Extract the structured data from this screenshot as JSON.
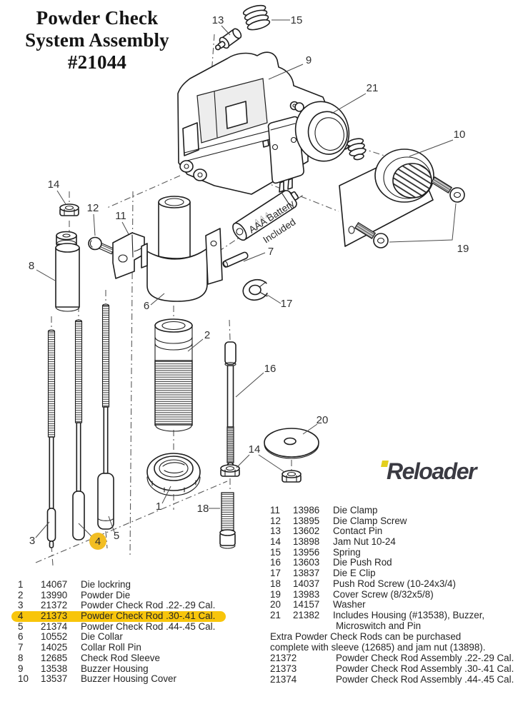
{
  "title": {
    "line1": "Powder Check",
    "line2": "System Assembly",
    "line3": "#21044"
  },
  "logo": {
    "brand": "Reloader"
  },
  "colors": {
    "highlight": "#F8C50B",
    "circle": "#F2BE24",
    "logo_yellow": "#E3CF1E",
    "logo_dark": "#3A3A42"
  },
  "diagram": {
    "battery": {
      "brand_band": "AAA",
      "note1": "AAA Battery",
      "note2": "Included"
    },
    "callouts": {
      "c1": "1",
      "c2": "2",
      "c3": "3",
      "c4": "4",
      "c5": "5",
      "c6": "6",
      "c7": "7",
      "c8": "8",
      "c9": "9",
      "c10": "10",
      "c11": "11",
      "c12": "12",
      "c13": "13",
      "c14": "14",
      "c15": "15",
      "c16": "16",
      "c17": "17",
      "c18": "18",
      "c19": "19",
      "c20": "20",
      "c21": "21"
    }
  },
  "parts_list_left": [
    {
      "num": "1",
      "part": "14067",
      "desc": "Die lockring"
    },
    {
      "num": "2",
      "part": "13990",
      "desc": "Powder Die"
    },
    {
      "num": "3",
      "part": "21372",
      "desc": "Powder Check Rod  .22-.29 Cal."
    },
    {
      "num": "4",
      "part": "21373",
      "desc": "Powder Check Rod  .30-.41 Cal."
    },
    {
      "num": "5",
      "part": "21374",
      "desc": "Powder Check Rod  .44-.45 Cal."
    },
    {
      "num": "6",
      "part": "10552",
      "desc": "Die Collar"
    },
    {
      "num": "7",
      "part": "14025",
      "desc": "Collar Roll Pin"
    },
    {
      "num": "8",
      "part": "12685",
      "desc": "Check Rod Sleeve"
    },
    {
      "num": "9",
      "part": "13538",
      "desc": "Buzzer Housing"
    },
    {
      "num": "10",
      "part": "13537",
      "desc": "Buzzer Housing Cover"
    }
  ],
  "parts_list_right": [
    {
      "num": "11",
      "part": "13986",
      "desc": "Die Clamp"
    },
    {
      "num": "12",
      "part": "13895",
      "desc": "Die Clamp Screw"
    },
    {
      "num": "13",
      "part": "13602",
      "desc": "Contact Pin"
    },
    {
      "num": "14",
      "part": "13898",
      "desc": "Jam Nut 10-24"
    },
    {
      "num": "15",
      "part": "13956",
      "desc": "Spring"
    },
    {
      "num": "16",
      "part": "13603",
      "desc": "Die Push Rod"
    },
    {
      "num": "17",
      "part": "13837",
      "desc": "Die E Clip"
    },
    {
      "num": "18",
      "part": "14037",
      "desc": "Push Rod Screw (10-24x3/4)"
    },
    {
      "num": "19",
      "part": "13983",
      "desc": "Cover Screw (8/32x5/8)"
    },
    {
      "num": "20",
      "part": "14157",
      "desc": "Washer"
    },
    {
      "num": "21",
      "part": "21382",
      "desc": "Includes Housing (#13538), Buzzer,",
      "desc2": "Microswitch and Pin"
    }
  ],
  "footnote": {
    "line1": "Extra Powder Check Rods can be purchased",
    "line2": "complete with sleeve (12685) and jam nut (13898).",
    "rows": [
      {
        "part": "21372",
        "desc": "Powder Check Rod Assembly  .22-.29 Cal."
      },
      {
        "part": "21373",
        "desc": "Powder Check Rod Assembly  .30-.41 Cal."
      },
      {
        "part": "21374",
        "desc": "Powder Check Rod Assembly  .44-.45 Cal."
      }
    ]
  }
}
